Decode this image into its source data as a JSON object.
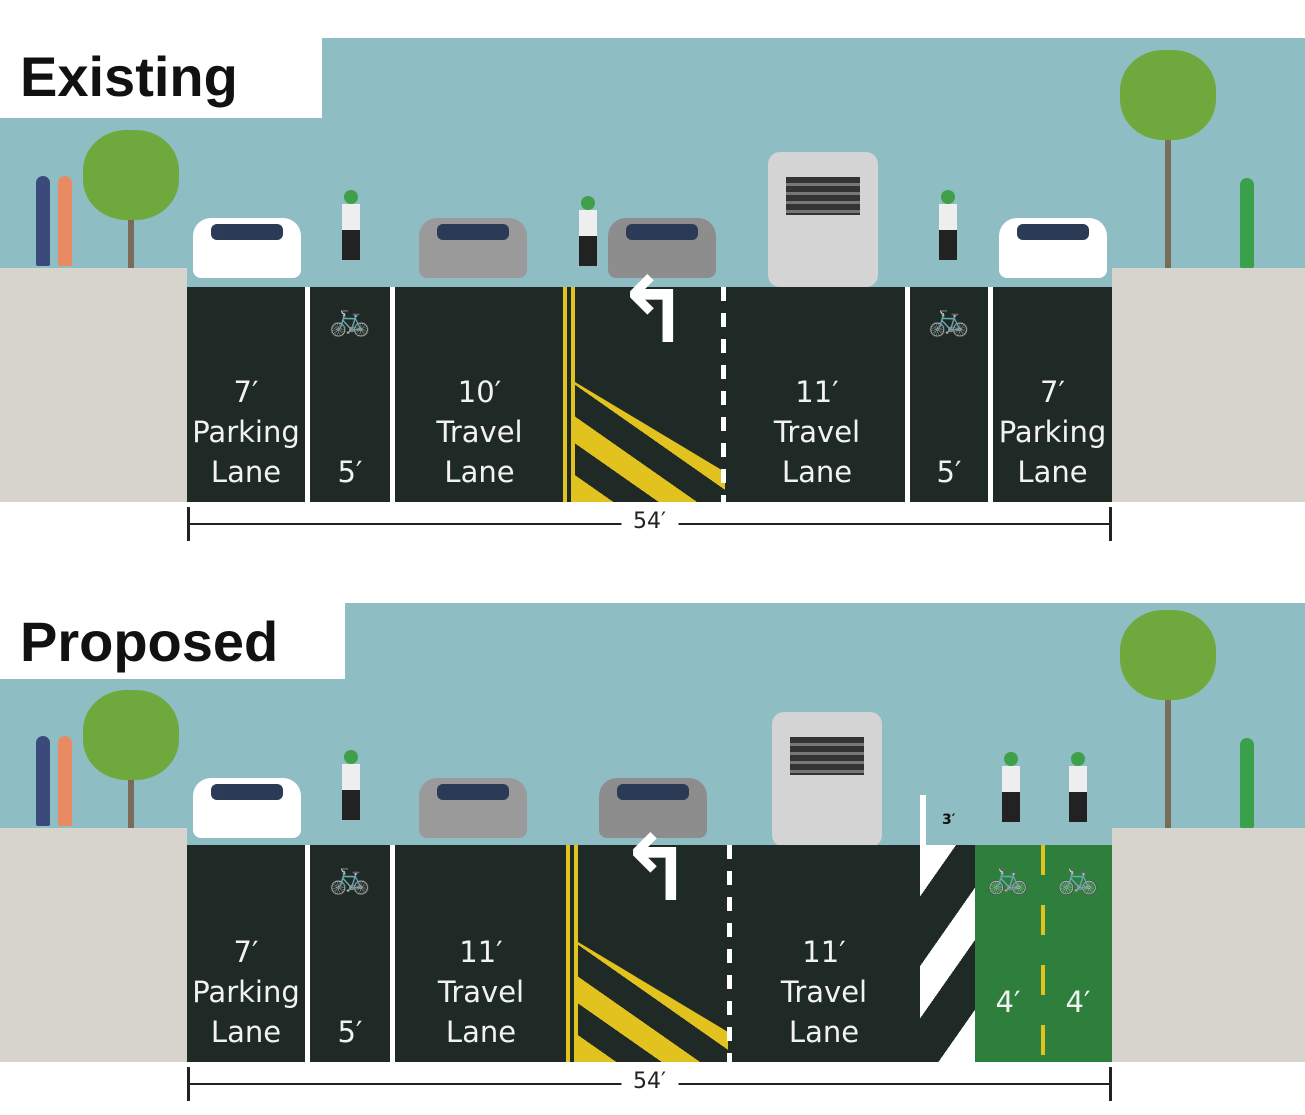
{
  "colors": {
    "sky": "#8fbdc4",
    "road": "#1f2925",
    "sidewalk": "#d6d4cd",
    "bike_lane_green": "#2e7f3c",
    "yellow": "#e2c21e"
  },
  "existing": {
    "title": "Existing",
    "lanes": [
      {
        "label": "7′\nParking\nLane"
      },
      {
        "label": "5′",
        "icon": "bike-symbol"
      },
      {
        "label": "10′\nTravel\nLane"
      },
      {
        "label": "",
        "icon": "left-turn-arrow"
      },
      {
        "label": "11′\nTravel\nLane"
      },
      {
        "label": "5′",
        "icon": "bike-symbol"
      },
      {
        "label": "7′\nParking\nLane"
      }
    ],
    "total_width": "54′"
  },
  "proposed": {
    "title": "Proposed",
    "lanes": [
      {
        "label": "7′\nParking\nLane"
      },
      {
        "label": "5′",
        "icon": "bike-symbol"
      },
      {
        "label": "11′\nTravel\nLane"
      },
      {
        "label": "",
        "icon": "left-turn-arrow"
      },
      {
        "label": "11′\nTravel\nLane"
      },
      {
        "label": "3′",
        "note": "buffer"
      },
      {
        "label": "4′",
        "icon": "bike-symbol"
      },
      {
        "label": "4′",
        "icon": "bike-symbol"
      }
    ],
    "total_width": "54′"
  },
  "icons": {
    "bike": "🚲",
    "arrow": "↰"
  }
}
